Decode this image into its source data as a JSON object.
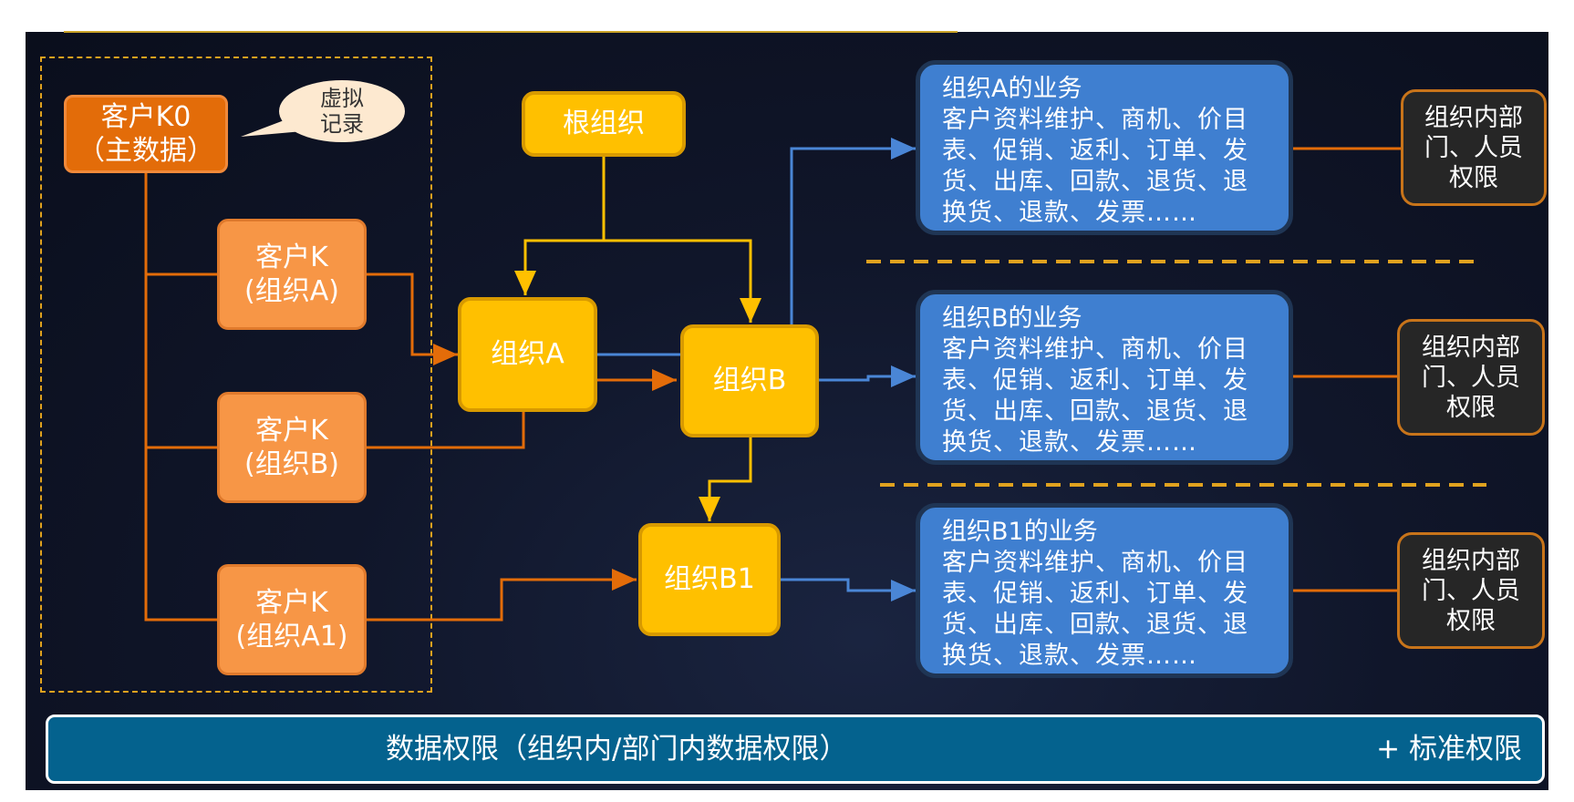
{
  "customers": {
    "master": {
      "line1": "客户K0",
      "line2": "（主数据）"
    },
    "virtual_note": {
      "line1": "虚拟",
      "line2": "记录"
    },
    "items": [
      {
        "line1": "客户K",
        "line2": "(组织A)"
      },
      {
        "line1": "客户K",
        "line2": "(组织B)"
      },
      {
        "line1": "客户K",
        "line2": "(组织A1)"
      }
    ]
  },
  "orgs": {
    "root": "根组织",
    "a": "组织A",
    "b": "组织B",
    "b1": "组织B1"
  },
  "business": [
    {
      "title": "组织A的业务",
      "desc": [
        "客户资料维护、商机、价目",
        "表、促销、返利、订单、发",
        "货、出库、回款、退货、退",
        "换货、退款、发票……"
      ]
    },
    {
      "title": "组织B的业务",
      "desc": [
        "客户资料维护、商机、价目",
        "表、促销、返利、订单、发",
        "货、出库、回款、退货、退",
        "换货、退款、发票……"
      ]
    },
    {
      "title": "组织B1的业务",
      "desc": [
        "客户资料维护、商机、价目",
        "表、促销、返利、订单、发",
        "货、出库、回款、退货、退",
        "换货、退款、发票……"
      ]
    }
  ],
  "permissions": [
    {
      "lines": [
        "组织内部",
        "门、人员",
        "权限"
      ]
    },
    {
      "lines": [
        "组织内部",
        "门、人员",
        "权限"
      ]
    },
    {
      "lines": [
        "组织内部",
        "门、人员",
        "权限"
      ]
    }
  ],
  "footer": {
    "main": "数据权限（组织内/部门内数据权限）",
    "right": "+ 标准权限"
  },
  "colors": {
    "orange_line": "#e36c09",
    "yellow_line": "#ffc000",
    "blue_line": "#4a86d6",
    "dash_gold": "#e0a21f"
  }
}
